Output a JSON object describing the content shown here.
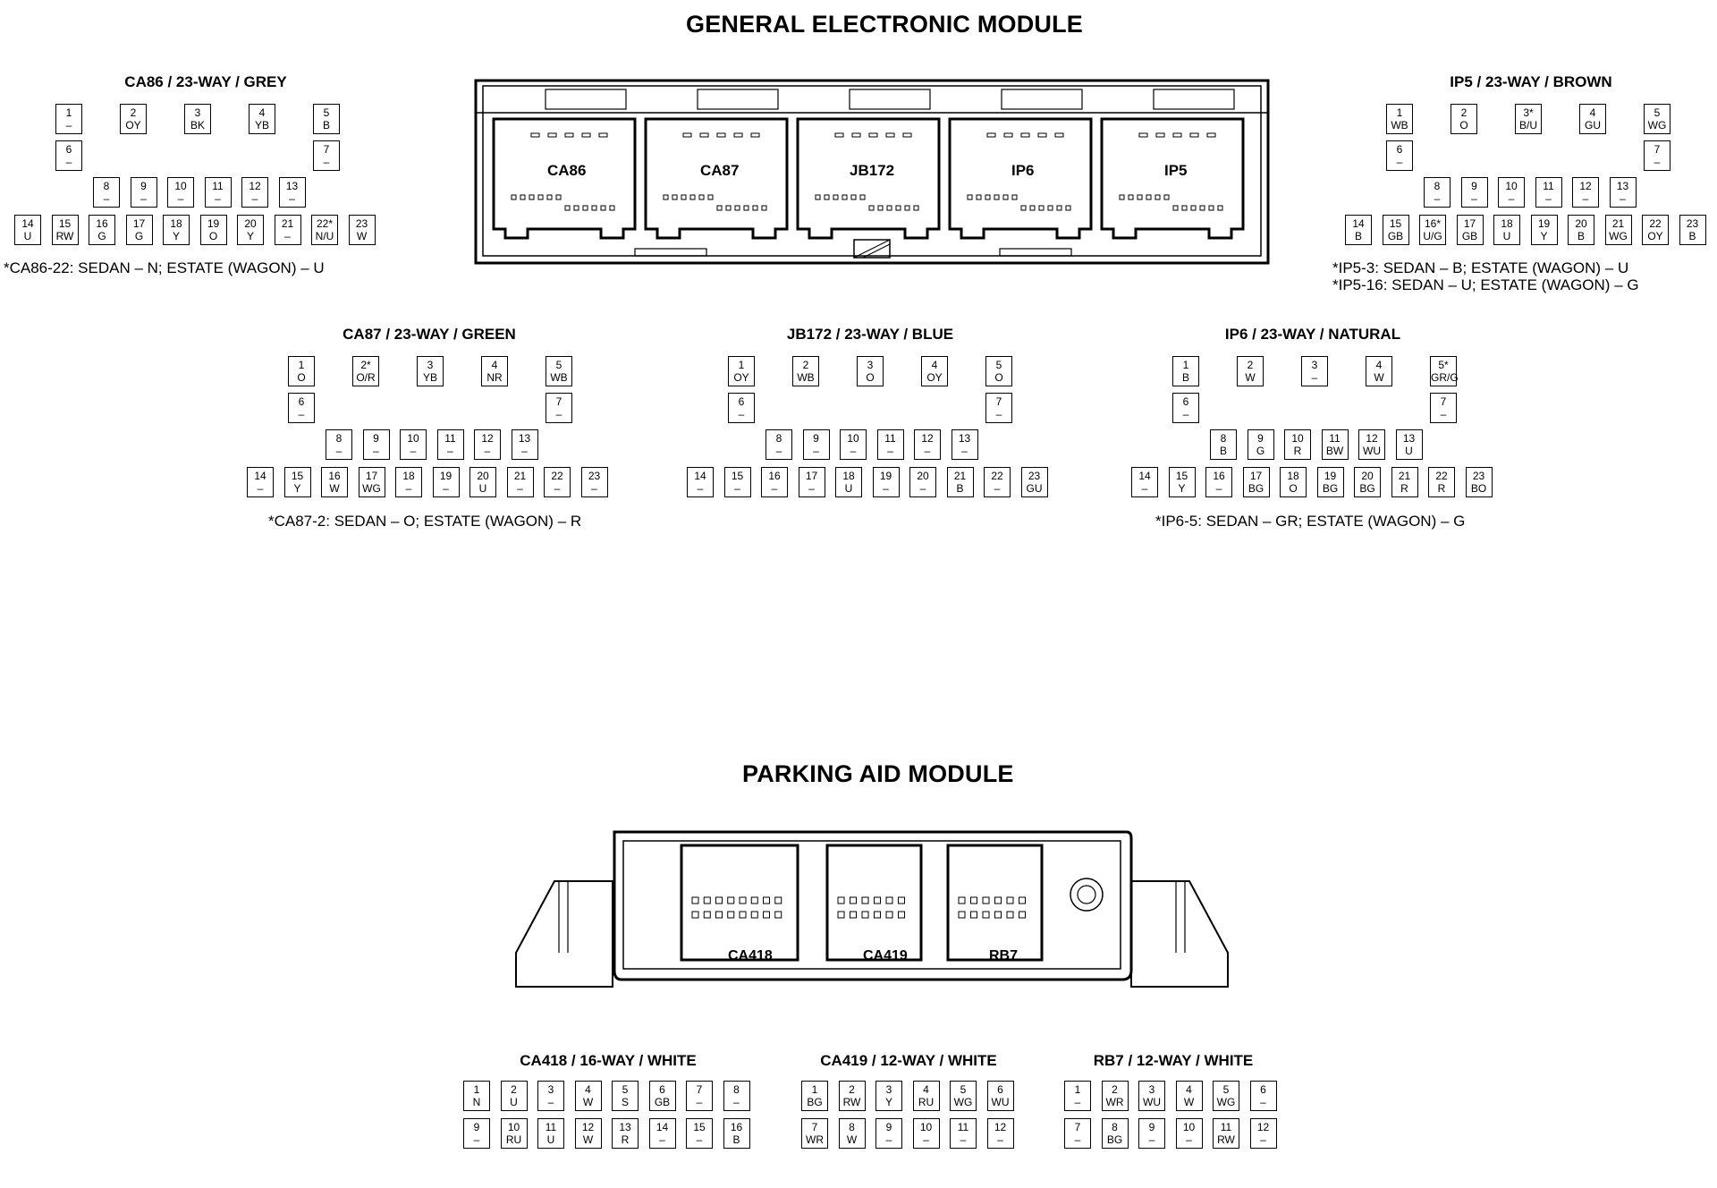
{
  "gem": {
    "title": "GENERAL ELECTRONIC MODULE",
    "connector_labels": [
      "CA86",
      "CA87",
      "JB172",
      "IP6",
      "IP5"
    ],
    "connectors": [
      {
        "title": "CA86 / 23-WAY / GREY",
        "pins": [
          [
            "1",
            "–"
          ],
          [
            "2",
            "OY"
          ],
          [
            "3",
            "BK"
          ],
          [
            "4",
            "YB"
          ],
          [
            "5",
            "B"
          ],
          [
            "6",
            "–"
          ],
          [
            "7",
            "–"
          ],
          [
            "8",
            "–"
          ],
          [
            "9",
            "–"
          ],
          [
            "10",
            "–"
          ],
          [
            "11",
            "–"
          ],
          [
            "12",
            "–"
          ],
          [
            "13",
            "–"
          ],
          [
            "14",
            "U"
          ],
          [
            "15",
            "RW"
          ],
          [
            "16",
            "G"
          ],
          [
            "17",
            "G"
          ],
          [
            "18",
            "Y"
          ],
          [
            "19",
            "O"
          ],
          [
            "20",
            "Y"
          ],
          [
            "21",
            "–"
          ],
          [
            "22*",
            "N/U"
          ],
          [
            "23",
            "W"
          ]
        ],
        "notes": [
          "*CA86-22: SEDAN – N; ESTATE (WAGON) – U"
        ]
      },
      {
        "title": "IP5 / 23-WAY / BROWN",
        "pins": [
          [
            "1",
            "WB"
          ],
          [
            "2",
            "O"
          ],
          [
            "3*",
            "B/U"
          ],
          [
            "4",
            "GU"
          ],
          [
            "5",
            "WG"
          ],
          [
            "6",
            "–"
          ],
          [
            "7",
            "–"
          ],
          [
            "8",
            "–"
          ],
          [
            "9",
            "–"
          ],
          [
            "10",
            "–"
          ],
          [
            "11",
            "–"
          ],
          [
            "12",
            "–"
          ],
          [
            "13",
            "–"
          ],
          [
            "14",
            "B"
          ],
          [
            "15",
            "GB"
          ],
          [
            "16*",
            "U/G"
          ],
          [
            "17",
            "GB"
          ],
          [
            "18",
            "U"
          ],
          [
            "19",
            "Y"
          ],
          [
            "20",
            "B"
          ],
          [
            "21",
            "WG"
          ],
          [
            "22",
            "OY"
          ],
          [
            "23",
            "B"
          ]
        ],
        "notes": [
          "*IP5-3: SEDAN – B; ESTATE (WAGON) – U",
          "*IP5-16: SEDAN – U; ESTATE (WAGON) – G"
        ]
      },
      {
        "title": "CA87 / 23-WAY / GREEN",
        "pins": [
          [
            "1",
            "O"
          ],
          [
            "2*",
            "O/R"
          ],
          [
            "3",
            "YB"
          ],
          [
            "4",
            "NR"
          ],
          [
            "5",
            "WB"
          ],
          [
            "6",
            "–"
          ],
          [
            "7",
            "–"
          ],
          [
            "8",
            "–"
          ],
          [
            "9",
            "–"
          ],
          [
            "10",
            "–"
          ],
          [
            "11",
            "–"
          ],
          [
            "12",
            "–"
          ],
          [
            "13",
            "–"
          ],
          [
            "14",
            "–"
          ],
          [
            "15",
            "Y"
          ],
          [
            "16",
            "W"
          ],
          [
            "17",
            "WG"
          ],
          [
            "18",
            "–"
          ],
          [
            "19",
            "–"
          ],
          [
            "20",
            "U"
          ],
          [
            "21",
            "–"
          ],
          [
            "22",
            "–"
          ],
          [
            "23",
            "–"
          ]
        ],
        "notes": [
          "*CA87-2: SEDAN – O; ESTATE (WAGON) – R"
        ]
      },
      {
        "title": "JB172 / 23-WAY / BLUE",
        "pins": [
          [
            "1",
            "OY"
          ],
          [
            "2",
            "WB"
          ],
          [
            "3",
            "O"
          ],
          [
            "4",
            "OY"
          ],
          [
            "5",
            "O"
          ],
          [
            "6",
            "–"
          ],
          [
            "7",
            "–"
          ],
          [
            "8",
            "–"
          ],
          [
            "9",
            "–"
          ],
          [
            "10",
            "–"
          ],
          [
            "11",
            "–"
          ],
          [
            "12",
            "–"
          ],
          [
            "13",
            "–"
          ],
          [
            "14",
            "–"
          ],
          [
            "15",
            "–"
          ],
          [
            "16",
            "–"
          ],
          [
            "17",
            "–"
          ],
          [
            "18",
            "U"
          ],
          [
            "19",
            "–"
          ],
          [
            "20",
            "–"
          ],
          [
            "21",
            "B"
          ],
          [
            "22",
            "–"
          ],
          [
            "23",
            "GU"
          ]
        ],
        "notes": []
      },
      {
        "title": "IP6 / 23-WAY / NATURAL",
        "pins": [
          [
            "1",
            "B"
          ],
          [
            "2",
            "W"
          ],
          [
            "3",
            "–"
          ],
          [
            "4",
            "W"
          ],
          [
            "5*",
            "GR/G"
          ],
          [
            "6",
            "–"
          ],
          [
            "7",
            "–"
          ],
          [
            "8",
            "B"
          ],
          [
            "9",
            "G"
          ],
          [
            "10",
            "R"
          ],
          [
            "11",
            "BW"
          ],
          [
            "12",
            "WU"
          ],
          [
            "13",
            "U"
          ],
          [
            "14",
            "–"
          ],
          [
            "15",
            "Y"
          ],
          [
            "16",
            "–"
          ],
          [
            "17",
            "BG"
          ],
          [
            "18",
            "O"
          ],
          [
            "19",
            "BG"
          ],
          [
            "20",
            "BG"
          ],
          [
            "21",
            "R"
          ],
          [
            "22",
            "R"
          ],
          [
            "23",
            "BO"
          ]
        ],
        "notes": [
          "*IP6-5: SEDAN – GR; ESTATE (WAGON) – G"
        ]
      }
    ]
  },
  "pam": {
    "title": "PARKING AID MODULE",
    "connector_labels": [
      "CA418",
      "CA419",
      "RB7"
    ],
    "connectors": [
      {
        "title": "CA418 / 16-WAY / WHITE",
        "pins": [
          [
            "1",
            "N"
          ],
          [
            "2",
            "U"
          ],
          [
            "3",
            "–"
          ],
          [
            "4",
            "W"
          ],
          [
            "5",
            "S"
          ],
          [
            "6",
            "GB"
          ],
          [
            "7",
            "–"
          ],
          [
            "8",
            "–"
          ],
          [
            "9",
            "–"
          ],
          [
            "10",
            "RU"
          ],
          [
            "11",
            "U"
          ],
          [
            "12",
            "W"
          ],
          [
            "13",
            "R"
          ],
          [
            "14",
            "–"
          ],
          [
            "15",
            "–"
          ],
          [
            "16",
            "B"
          ]
        ],
        "notes": []
      },
      {
        "title": "CA419 / 12-WAY / WHITE",
        "pins": [
          [
            "1",
            "BG"
          ],
          [
            "2",
            "RW"
          ],
          [
            "3",
            "Y"
          ],
          [
            "4",
            "RU"
          ],
          [
            "5",
            "WG"
          ],
          [
            "6",
            "WU"
          ],
          [
            "7",
            "WR"
          ],
          [
            "8",
            "W"
          ],
          [
            "9",
            "–"
          ],
          [
            "10",
            "–"
          ],
          [
            "11",
            "–"
          ],
          [
            "12",
            "–"
          ]
        ],
        "notes": []
      },
      {
        "title": "RB7 / 12-WAY / WHITE",
        "pins": [
          [
            "1",
            "–"
          ],
          [
            "2",
            "WR"
          ],
          [
            "3",
            "WU"
          ],
          [
            "4",
            "W"
          ],
          [
            "5",
            "WG"
          ],
          [
            "6",
            "–"
          ],
          [
            "7",
            "–"
          ],
          [
            "8",
            "BG"
          ],
          [
            "9",
            "–"
          ],
          [
            "10",
            "–"
          ],
          [
            "11",
            "RW"
          ],
          [
            "12",
            "–"
          ]
        ],
        "notes": []
      }
    ]
  }
}
